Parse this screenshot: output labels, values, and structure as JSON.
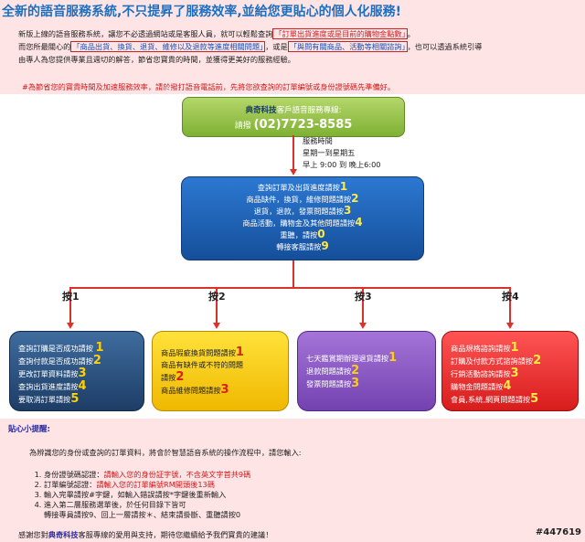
{
  "title": "全新的語音服務系統,不只提昇了服務效率,並給您更貼心的個人化服務!",
  "intro": {
    "p1_a": "新版上線的語音服務系統，讓您不必透過網站或是客服人員，就可以輕鬆查詢",
    "p1_hl": "「訂單出貨進度或是目前的購物金點數」",
    "p1_b": "。",
    "p2_a": "而您所最關心的",
    "p2_hl1": "「商品出貨、換貨、退貨、維修以及退款等進度相關問題」",
    "p2_b": "，或是",
    "p2_hl2": "「與問有關商品、活動等相關諮詢」",
    "p2_c": "，也可以透過系統引導",
    "p3": "由專人為您提供專業且週切的解答，節省您寶貴的時間，並獲得更美好的服務經驗。",
    "note": "#為節省您的寶貴時間及加速服務效率，請於撥打語音電話前，先將您欲查詢的訂單編號或身份證號碼先準備好。"
  },
  "hotline": {
    "brand": "典奇科技",
    "label": "客戶語音服務專線:",
    "dial": "請撥",
    "phone": "(02)7723-8585"
  },
  "hours": {
    "title": "服務時間",
    "days": "星期一到星期五",
    "time": "早上 9:00 到 晚上6:00"
  },
  "main_menu": [
    {
      "text": "查詢訂單及出貨進度請按",
      "num": "1"
    },
    {
      "text": "商品缺件，換貨，維修問題請按",
      "num": "2"
    },
    {
      "text": "退貨，退款，發票問題請按",
      "num": "3"
    },
    {
      "text": "商品活動，購物金及其他問題請按",
      "num": "4"
    },
    {
      "text": "重聽，請按",
      "num": "0"
    },
    {
      "text": "轉接客服請按",
      "num": "9"
    }
  ],
  "press_labels": [
    "按1",
    "按2",
    "按3",
    "按4"
  ],
  "sub1": [
    {
      "text": "查詢訂購是否成功請按 ",
      "num": "1"
    },
    {
      "text": "查詢付款是否成功請按",
      "num": "2"
    },
    {
      "text": "更改訂單資料請按",
      "num": "3"
    },
    {
      "text": "查詢出貨進度請按",
      "num": "4"
    },
    {
      "text": "要取消訂單請按",
      "num": "5"
    }
  ],
  "sub2": {
    "l1": "商品瑕疵換貨問題請按",
    "n1": "1",
    "l2": "商品有缺件或不符的問題",
    "l3": "請按",
    "n2": "2",
    "l4": "商品維修問題請按",
    "n3": "3"
  },
  "sub3": [
    {
      "text": "七天鑑賞期辦理退貨請按",
      "num": "1"
    },
    {
      "text": "退款問題請按",
      "num": "2"
    },
    {
      "text": "發票問題請按",
      "num": "3"
    }
  ],
  "sub4": [
    {
      "text": "商品規格諮詢請按",
      "num": "1"
    },
    {
      "text": "訂購及付款方式諮詢請按",
      "num": "2"
    },
    {
      "text": "行銷活動諮詢請按",
      "num": "3"
    },
    {
      "text": "購物金問題請按",
      "num": "4"
    },
    {
      "text": "會員,系統,網頁問題請按",
      "num": "5"
    }
  ],
  "tips": {
    "title": "貼心小提醒:",
    "intro": "為辨識您的身份或查詢的訂單資料，將會於智慧語音系統的操作流程中，請您輸入:",
    "steps": [
      {
        "label": "身份證號碼認證：",
        "red": "請輸入您的身份証字號，不含英文字首共9碼"
      },
      {
        "label": "訂單編號認證：",
        "red": "請輸入您的訂單編號RM開頭後13碼"
      },
      {
        "label": "輸入完畢請按#字鍵，如輸入錯誤請按*字鍵後重新輸入",
        "red": ""
      },
      {
        "label": "進入第二層服務選單後，於任何目錄下皆可",
        "red": "",
        "sub": "轉接專員請按9、回上一層請按＊、結束請掛斷、重聽請按0"
      }
    ]
  },
  "thanks": {
    "a": "感謝您對",
    "brand": "典奇科技",
    "b": "客服專線的愛用與支持，期待您繼續給予我們寶貴的建議！"
  },
  "ref_id": "#447619"
}
